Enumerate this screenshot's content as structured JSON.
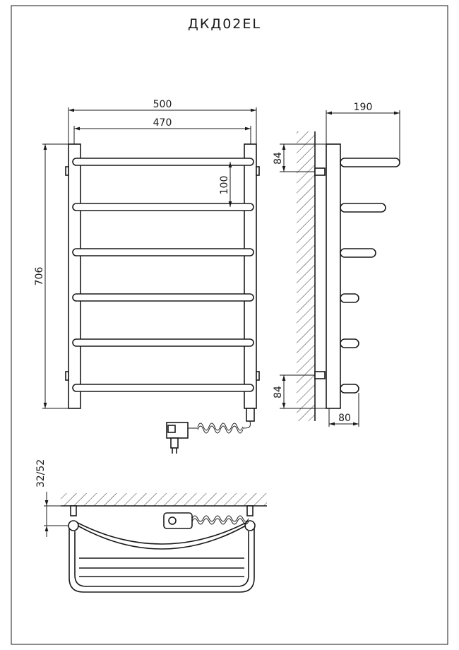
{
  "title": "ДКД02EL",
  "dimensions": {
    "overall_width": "500",
    "inner_width": "470",
    "bar_spacing": "100",
    "height": "706",
    "depth": "190",
    "bracket_top": "84",
    "bracket_bottom": "84",
    "min_depth": "80",
    "wall_gap": "32/52"
  },
  "colors": {
    "line": "#1a1a1a",
    "background": "#ffffff"
  }
}
